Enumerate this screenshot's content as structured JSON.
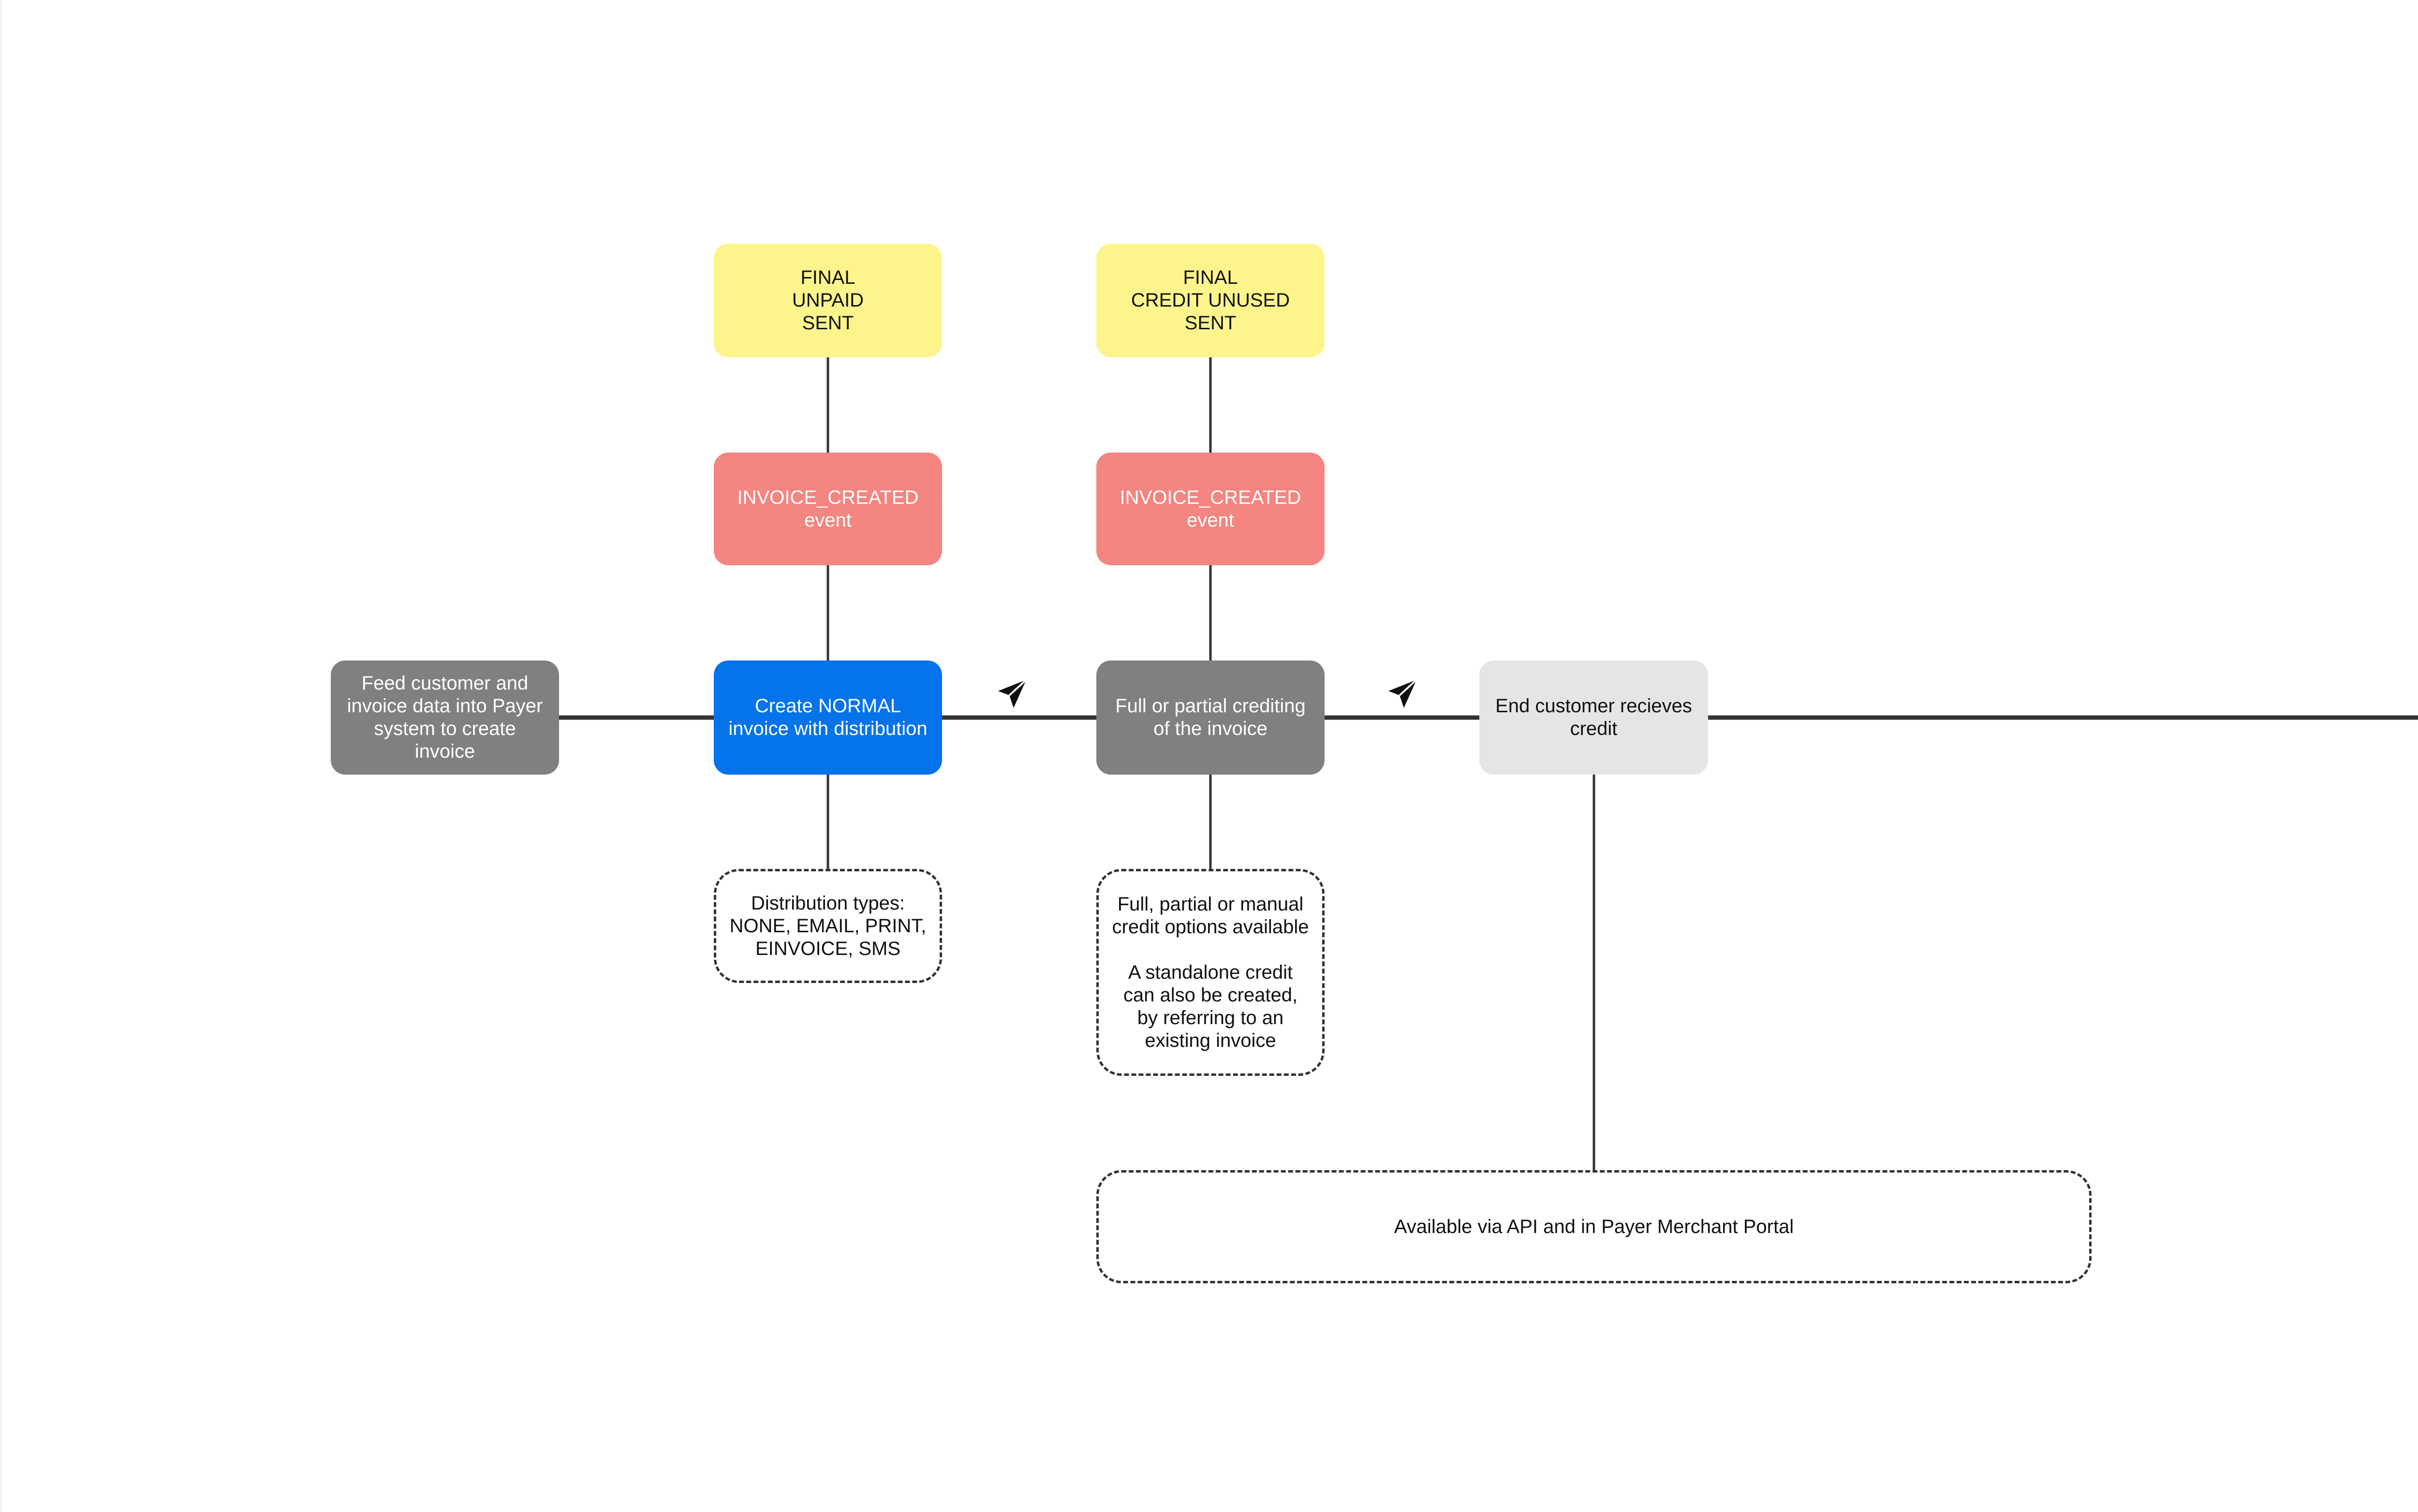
{
  "diagram": {
    "states": {
      "normal_invoice_states": "FINAL\nUNPAID\nSENT",
      "credit_invoice_states": "FINAL\nCREDIT UNUSED\nSENT"
    },
    "events": {
      "normal_invoice_event": "INVOICE_CREATED\nevent",
      "credit_invoice_event": "INVOICE_CREATED\nevent"
    },
    "steps": {
      "feed_data": "Feed customer and\ninvoice data into Payer\nsystem to create\ninvoice",
      "create_normal_invoice": "Create NORMAL\ninvoice with distribution",
      "crediting": "Full or partial crediting\nof the invoice",
      "customer_receives_credit": "End customer recieves\ncredit"
    },
    "notes": {
      "distribution_types": "Distribution types:\nNONE, EMAIL, PRINT,\nEINVOICE, SMS",
      "credit_options": "Full, partial or manual\ncredit options available\n\nA standalone credit\ncan also be created,\nby referring to an\nexisting invoice",
      "availability": "Available via API and in Payer Merchant Portal"
    },
    "icons": {
      "send_icon_1": "paper-plane-icon",
      "send_icon_2": "paper-plane-icon"
    },
    "colors": {
      "state": "#fdf58c",
      "event": "#f48580",
      "step_grey": "#808080",
      "step_blue": "#0573ea",
      "step_light": "#e5e5e5",
      "connector": "#333333"
    }
  }
}
